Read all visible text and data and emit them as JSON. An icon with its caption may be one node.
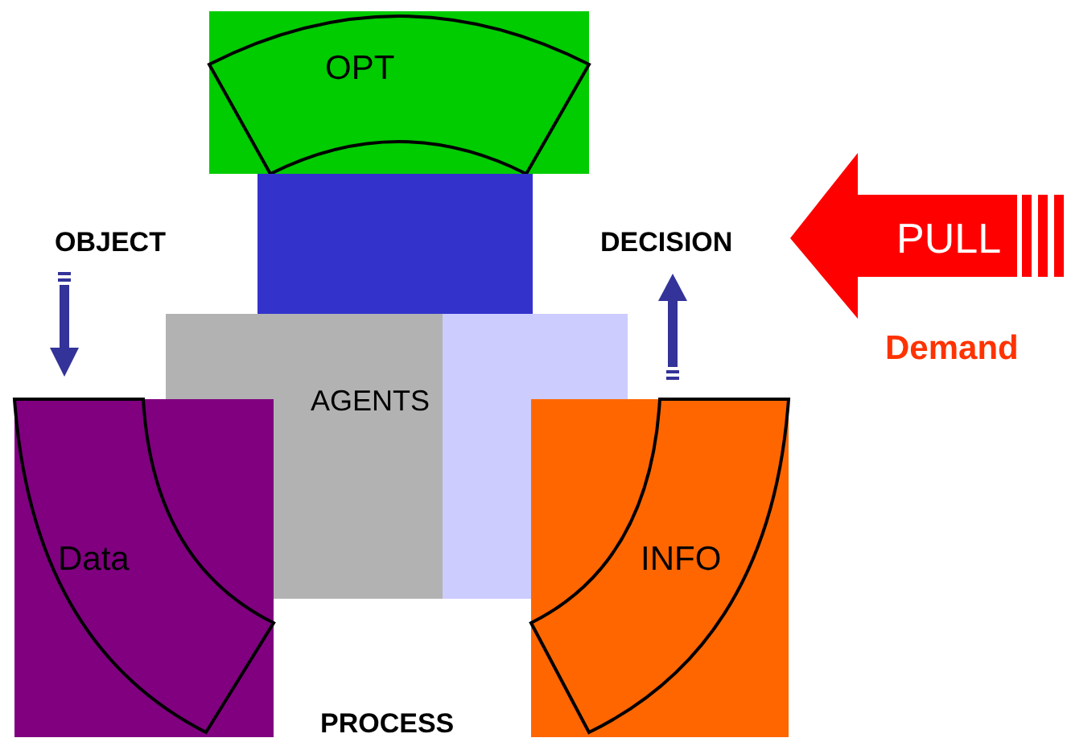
{
  "diagram": {
    "nodes": [
      {
        "text": [
          "OPT"
        ]
      },
      {
        "text": [],
        "shape": "box"
      },
      {
        "text": [
          "AGENTS"
        ]
      },
      {
        "text": [
          "Data"
        ]
      },
      {
        "text": [
          "INFO"
        ]
      },
      {
        "text": [
          "PULL"
        ],
        "beside": [
          "Demand"
        ]
      }
    ],
    "labels": [
      "OBJECT",
      "DECISION",
      "PROCESS"
    ]
  }
}
